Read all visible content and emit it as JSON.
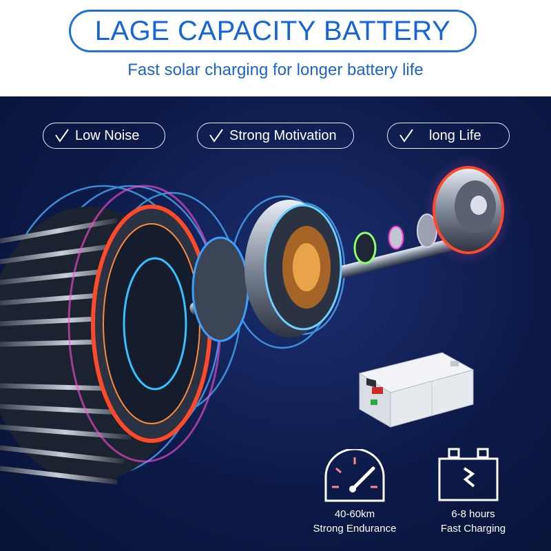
{
  "header": {
    "title": "LAGE CAPACITY BATTERY",
    "subtitle": "Fast solar charging for longer battery life"
  },
  "badges": [
    {
      "label": "Low Noise",
      "icon": "check-icon"
    },
    {
      "label": "Strong Motivation",
      "icon": "check-icon"
    },
    {
      "label": "long Life",
      "icon": "check-icon"
    }
  ],
  "features": [
    {
      "value": "40-60km",
      "label": "Strong Endurance",
      "icon": "speedometer-icon"
    },
    {
      "value": "6-8 hours",
      "label": "Fast Charging",
      "icon": "battery-charging-icon"
    }
  ],
  "colors": {
    "accent": "#1565d8",
    "background_dark": "#0d1a48",
    "glow_blue": "#39a0ff",
    "glow_red": "#ff4a2a",
    "glow_pink": "#ff4fd8"
  }
}
